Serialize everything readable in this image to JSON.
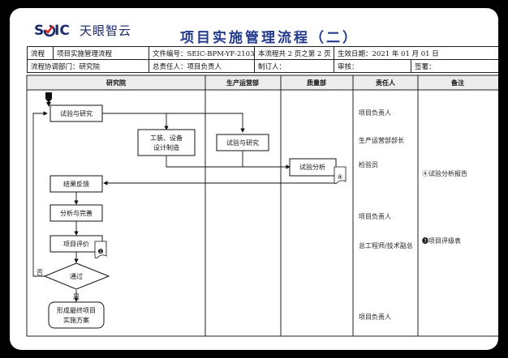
{
  "brand": {
    "logo_text": "S✓IC",
    "logo_cn": "天眼智云"
  },
  "title": "项目实施管理流程（二）",
  "header": {
    "row1": [
      "流程",
      "项目实施管理流程",
      "文件编号：SEIC-BPM-YF-2103",
      "本流程共 2 页之第 2 页",
      "生效日期：2021 年 01 月 01 日"
    ],
    "row2": [
      "流程协调部门：研究院",
      "总责任人：项目负责人",
      "制订人：",
      "审核：",
      "签署："
    ]
  },
  "lanes": [
    "研究院",
    "生产运营部",
    "质量部",
    "责任人",
    "备注"
  ],
  "nodes": {
    "n1": "试验与研究",
    "n2a": "工装、设备",
    "n2b": "设计制造",
    "n3": "试验与研究",
    "n4": "试验分析",
    "n5": "结果反馈",
    "n6": "分析与完善",
    "n7": "项目评价",
    "n8": "通过",
    "n9a": "形成最终项目",
    "n9b": "实施方案"
  },
  "labels": {
    "no": "否",
    "yes": "是"
  },
  "doc_marks": {
    "d4": "④",
    "d1": "❶"
  },
  "responsible": [
    "项目负责人",
    "生产运营部部长",
    "检验员",
    "项目负责人",
    "总工程师/技术副总",
    "项目负责人"
  ],
  "remarks": [
    "④试验分析报告",
    "❶项目评级表"
  ]
}
